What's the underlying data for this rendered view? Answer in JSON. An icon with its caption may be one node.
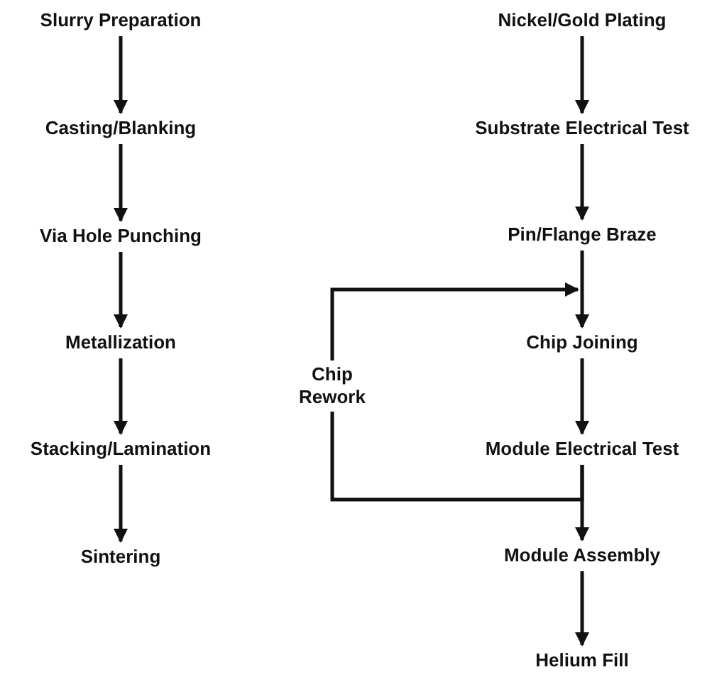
{
  "diagram": {
    "nodes": [
      {
        "text": [
          "Slurry Preparation"
        ]
      },
      {
        "text": [
          "Casting/Blanking"
        ]
      },
      {
        "text": [
          "Via Hole Punching"
        ]
      },
      {
        "text": [
          "Metallization"
        ]
      },
      {
        "text": [
          "Stacking/Lamination"
        ]
      },
      {
        "text": [
          "Sintering"
        ]
      },
      {
        "text": [
          "Nickel/Gold Plating"
        ]
      },
      {
        "text": [
          "Substrate Electrical Test"
        ]
      },
      {
        "text": [
          "Pin/Flange Braze"
        ]
      },
      {
        "text": [
          "Chip Joining"
        ]
      },
      {
        "text": [
          "Module Electrical Test"
        ]
      },
      {
        "text": [
          "Module Assembly"
        ]
      },
      {
        "text": [
          "Helium Fill"
        ]
      }
    ],
    "edges": [
      {
        "from": 0,
        "to": 1,
        "arrow": "to"
      },
      {
        "from": 1,
        "to": 2,
        "arrow": "to"
      },
      {
        "from": 2,
        "to": 3,
        "arrow": "to"
      },
      {
        "from": 3,
        "to": 4,
        "arrow": "to"
      },
      {
        "from": 4,
        "to": 5,
        "arrow": "to"
      },
      {
        "from": 6,
        "to": 7,
        "arrow": "to"
      },
      {
        "from": 7,
        "to": 8,
        "arrow": "to"
      },
      {
        "from": 8,
        "to": 9,
        "arrow": "to"
      },
      {
        "from": 9,
        "to": 10,
        "arrow": "to"
      },
      {
        "from": 10,
        "to": 11,
        "arrow": "to"
      },
      {
        "from": 11,
        "to": 12,
        "arrow": "to"
      },
      {
        "from": 10,
        "to": 9,
        "arrow": "to",
        "label": "Chip Rework"
      }
    ]
  }
}
